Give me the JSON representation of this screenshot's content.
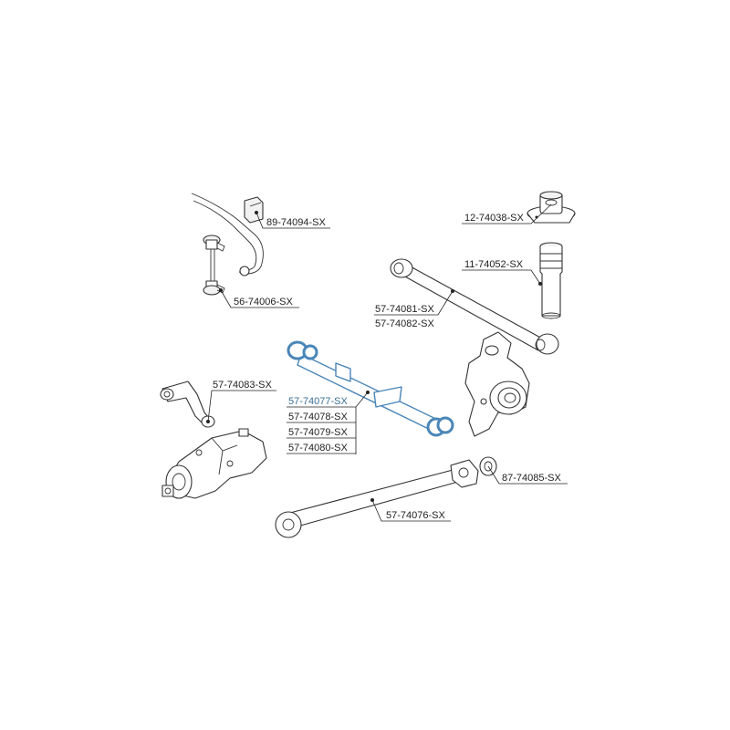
{
  "colors": {
    "highlight": "#4a86b8",
    "highlight_text": "#3c6f95",
    "line": "#333333",
    "text": "#222222"
  },
  "labels": {
    "stabilizer_bushing": "89-74094-SX",
    "stabilizer_link": "56-74006-SX",
    "top_mount": "12-74038-SX",
    "dust_boot": "11-74052-SX",
    "upper_arm_a": "57-74081-SX",
    "upper_arm_b": "57-74082-SX",
    "diff_mount_arm": "57-74083-SX",
    "lower_arm_a": "57-74077-SX",
    "lower_arm_b": "57-74078-SX",
    "lower_arm_c": "57-74079-SX",
    "lower_arm_d": "57-74080-SX",
    "knuckle_bushing": "87-74085-SX",
    "trailing_arm": "57-74076-SX"
  }
}
